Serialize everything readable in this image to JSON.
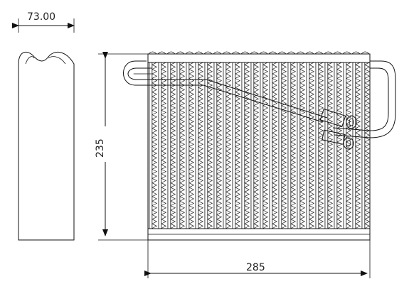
{
  "dimensions": {
    "depth": "73.00",
    "height": "235",
    "width": "285"
  },
  "component": {
    "core_columns": 24,
    "pipe_outlets": 2
  }
}
